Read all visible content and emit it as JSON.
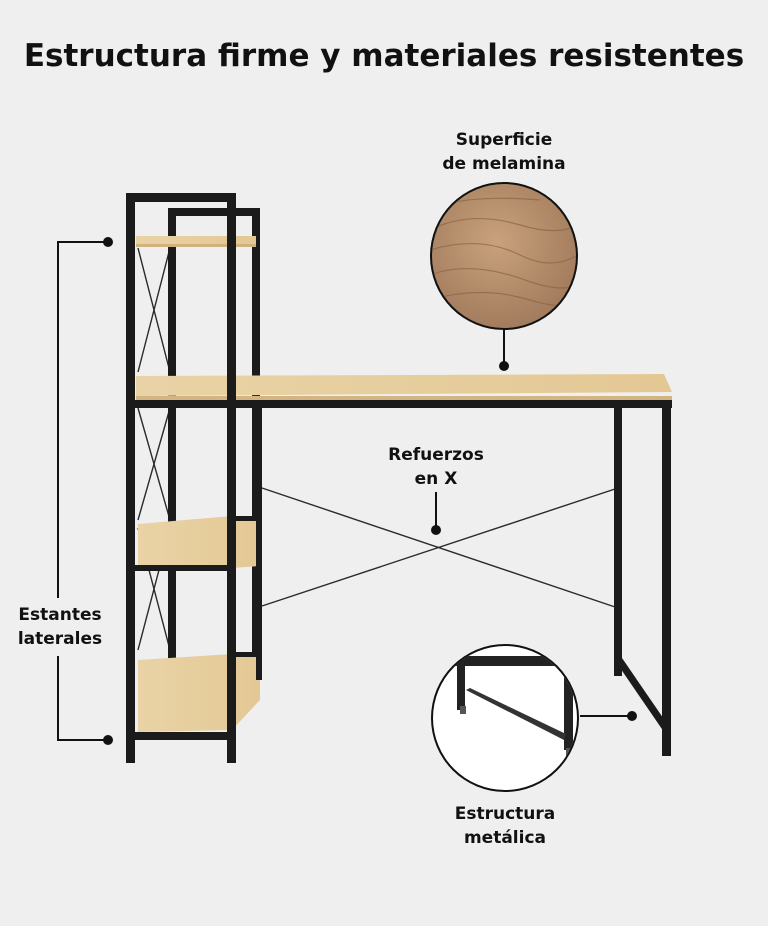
{
  "title": "Estructura firme y materiales resistentes",
  "callouts": {
    "surface": {
      "line1": "Superficie",
      "line2": "de melamina",
      "icon": "wood-texture-zoom"
    },
    "bracing": {
      "line1": "Refuerzos",
      "line2": "en X"
    },
    "shelves": {
      "line1": "Estantes",
      "line2": "laterales"
    },
    "frame": {
      "line1": "Estructura",
      "line2": "metálica",
      "icon": "metal-frame-zoom"
    }
  },
  "colors": {
    "background": "#efefef",
    "wood": "#e6cc9a",
    "metal": "#1b1b1b",
    "text": "#111111"
  }
}
